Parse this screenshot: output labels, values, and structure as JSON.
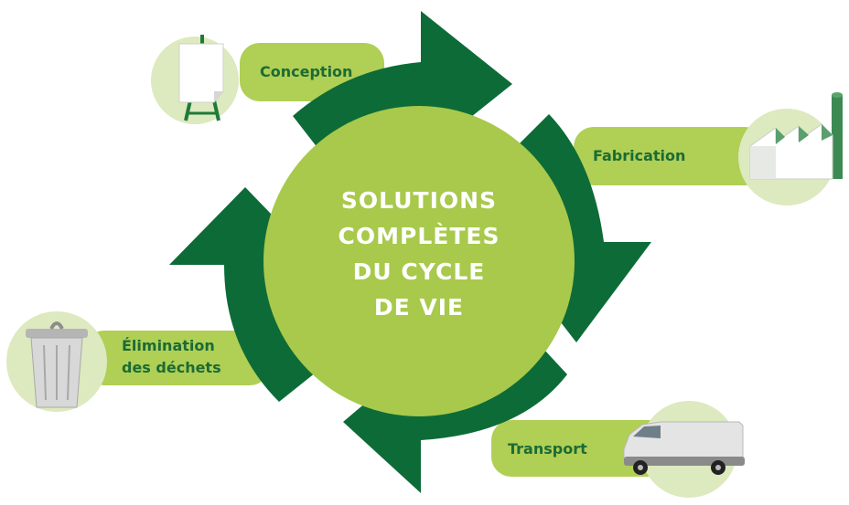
{
  "title": "SOLUTIONS COMPLÈTES DU CYCLE DE VIE",
  "center_lines": [
    "SOLUTIONS",
    "COMPLÈTES",
    "DU CYCLE",
    "DE VIE"
  ],
  "stages": {
    "conception": "Conception",
    "fabrication": "Fabrication",
    "transport": "Transport",
    "elimination_line1": "Élimination",
    "elimination_line2": "des déchets"
  },
  "icons": {
    "conception": "easel-paper-icon",
    "fabrication": "factory-icon",
    "transport": "delivery-van-icon",
    "elimination": "trash-can-icon"
  },
  "colors": {
    "arrow_dark_green": "#0d6b37",
    "center_light_green": "#a8c94b",
    "pill_green": "#b0cf55",
    "icon_bg_green": "#dde9bf",
    "label_green": "#1b6b35",
    "text_white": "#ffffff"
  }
}
